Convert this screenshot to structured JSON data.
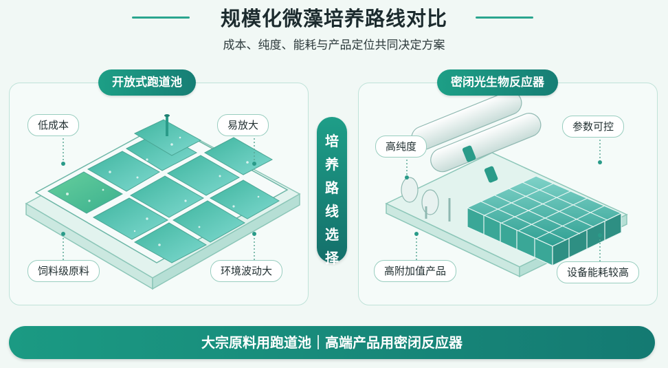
{
  "header": {
    "title": "规模化微藻培养路线对比",
    "subtitle": "成本、纯度、能耗与产品定位共同决定方案"
  },
  "left_panel": {
    "title": "开放式跑道池",
    "tags": {
      "top_left": "低成本",
      "top_right": "易放大",
      "bottom_left": "饲料级原料",
      "bottom_right": "环境波动大"
    }
  },
  "right_panel": {
    "title": "密闭光生物反应器",
    "tags": {
      "top_left": "高纯度",
      "top_right": "参数可控",
      "bottom_left": "高附加值产品",
      "bottom_right": "设备能耗较高"
    }
  },
  "center": {
    "chars": [
      "培",
      "养",
      "路",
      "线",
      "选",
      "择"
    ]
  },
  "footer": {
    "text": "大宗原料用跑道池｜高端产品用密闭反应器"
  },
  "colors": {
    "primary": "#1d9f86",
    "dark_teal": "#146f6a",
    "water": "#5cc9bd",
    "tag_border": "#98cdbf"
  }
}
